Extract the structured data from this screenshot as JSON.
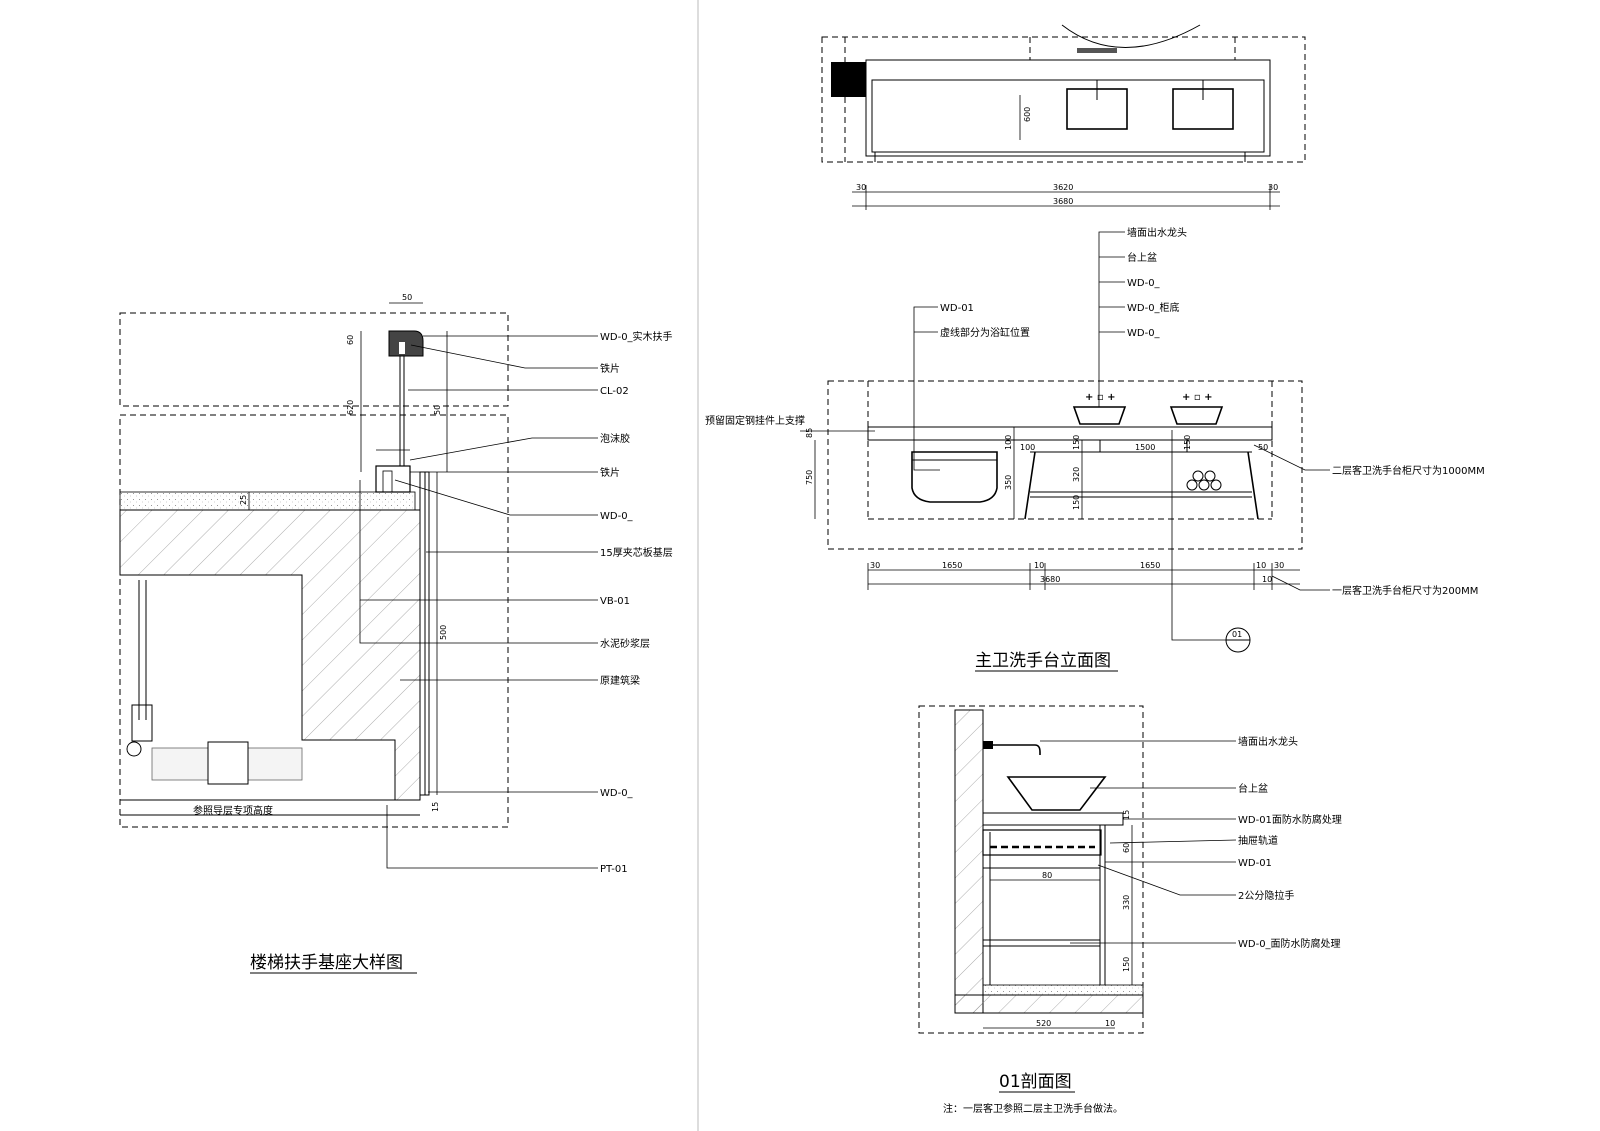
{
  "left_detail": {
    "title": "楼梯扶手基座大样图",
    "labels": {
      "wd_handrail": "WD-0_实木扶手",
      "iron_plate_top": "铁片",
      "cl02": "CL-02",
      "foam_tape": "泡沫胶",
      "iron_plate_mid": "铁片",
      "wd_mid": "WD-0_",
      "board_base": "15厚夹芯板基层",
      "vb01": "VB-01",
      "mortar": "水泥砂浆层",
      "structure": "原建筑梁",
      "wd_bottom": "WD-0_",
      "pt01": "PT-01"
    },
    "note_bottom": "参照导层专项高度",
    "dims": {
      "d50": "50",
      "d60": "60",
      "d620": "620",
      "d50b": "50",
      "d25": "25",
      "d500": "500",
      "d15": "15"
    }
  },
  "top_plan": {
    "dims": {
      "total_inner": "3620",
      "total_outer": "3680",
      "left": "30",
      "right": "30",
      "height": "600"
    }
  },
  "elevation": {
    "title": "主卫洗手台立面图",
    "callouts": {
      "faucet": "墙面出水龙头",
      "basin": "台上盆",
      "wd_a": "WD-0_",
      "wd_b": "WD-0_柜底",
      "wd_c": "WD-0_",
      "wd_left": "WD-01",
      "dotted_note": "虚线部分为浴缸位置",
      "hook_note": "预留固定钢挂件上支撑",
      "right_note_1": "二层客卫洗手台柜尺寸为1000MM",
      "right_note_2": "一层客卫洗手台柜尺寸为200MM"
    },
    "dims": {
      "bottom_left": "30",
      "bottom_a": "1650",
      "bottom_b": "1650",
      "bottom_right": "30",
      "overall": "3680",
      "small_a": "10",
      "small_b": "10",
      "small_c": "10",
      "height_total": "750",
      "h_a": "100",
      "h_b": "150",
      "h_c": "320",
      "h_d": "150",
      "h_top": "50",
      "h_e": "1500",
      "h_f": "150",
      "h_left": "85",
      "h_mid": "350",
      "h_left2": "100"
    },
    "section_mark": "01"
  },
  "section": {
    "title": "01剖面图",
    "note": "注：一层客卫参照二层主卫洗手台做法。",
    "callouts": {
      "faucet": "墙面出水龙头",
      "basin": "台上盆",
      "wd_top": "WD-01面防水防腐处理",
      "rail": "抽屉轨道",
      "wd_mid": "WD-01",
      "handle": "2公分隐拉手",
      "wd_bottom": "WD-0_面防水防腐处理"
    },
    "dims": {
      "width": "520",
      "right": "10",
      "inner": "80",
      "h_a": "60",
      "h_b": "330",
      "h_c": "150",
      "h_d": "15"
    }
  }
}
